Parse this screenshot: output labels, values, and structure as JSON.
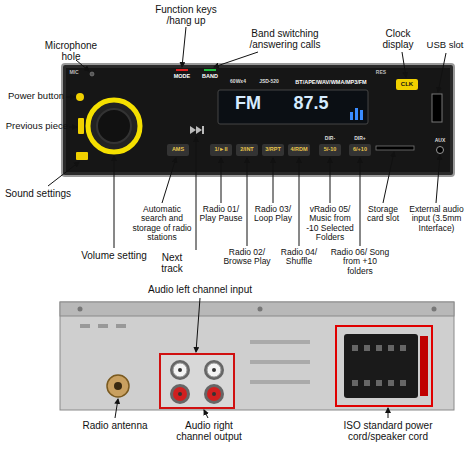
{
  "diagram": {
    "labels": [
      "Function keys /hang up",
      "Microphone hole",
      "Band switching /answering calls",
      "Clock display",
      "USB slot",
      "MIC",
      "MODE",
      "BAND",
      "RES",
      "60Wx4",
      "JSD-520",
      "BT/APE/WAV/WMA/MP3/FM",
      "CLK",
      "FM",
      "87.5",
      "Power button",
      "Previous piece",
      "Sound settings",
      "AMS",
      "1/►II",
      "2/INT",
      "3/RPT",
      "4/RDM",
      "DIR-",
      "5/-10",
      "DIR+",
      "6/+10",
      "AUX",
      "Automatic search and storage of radio stations",
      "Radio 01/ Play Pause",
      "Radio 03/ Loop Play",
      "vRadio 05/ Music from -10 Selected Folders",
      "Storage card slot",
      "External audio input (3.5mm Interface)",
      "Volume setting",
      "Next track",
      "Radio 02/ Browse Play",
      "Radio 04/ Shuffle",
      "Radio 06/ Song from +10 folders",
      "Audio left channel input",
      "Radio antenna",
      "Audio right channel output",
      "ISO standard power cord/speaker cord"
    ]
  }
}
